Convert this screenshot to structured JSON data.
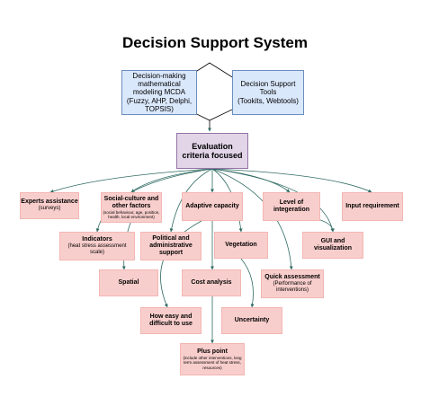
{
  "title": "Decision Support System",
  "boxes": {
    "math": "Decision-making mathematical modeling MCDA (Fuzzy, AHP, Delphi, TOPSIS)",
    "tools_title": "Decision Support Tools",
    "tools_sub": "(Tookits, Webtools)",
    "criteria": "Evaluation criteria focused",
    "experts_title": "Experts assistance",
    "experts_sub": "(surveys)",
    "social_title": "Social-culture and other factors",
    "social_sub": "(social behaviour, age, position, health, local environment)",
    "adaptive": "Adaptive capacity",
    "integration": "Level of integeration",
    "input": "Input requirement",
    "indicators_title": "Indicators",
    "indicators_sub": "(heat stress assessment scale)",
    "political": "Political and administrative support",
    "vegetation": "Vegetation",
    "gui": "GUI and visualization",
    "spatial": "Spatial",
    "cost": "Cost analysis",
    "quick_title": "Quick assessment",
    "quick_sub": "(Performance of interventions)",
    "easy": "How easy and difficult to use",
    "uncertainty": "Uncertainty",
    "plus_title": "Plus point",
    "plus_sub": "(include other interventions, long term assessment of heat stress, resources)"
  },
  "colors": {
    "edge": "#2f6b63",
    "blue_fill": "#dae8fc",
    "purple_fill": "#e1d5e7",
    "pink_fill": "#f8cecc"
  }
}
